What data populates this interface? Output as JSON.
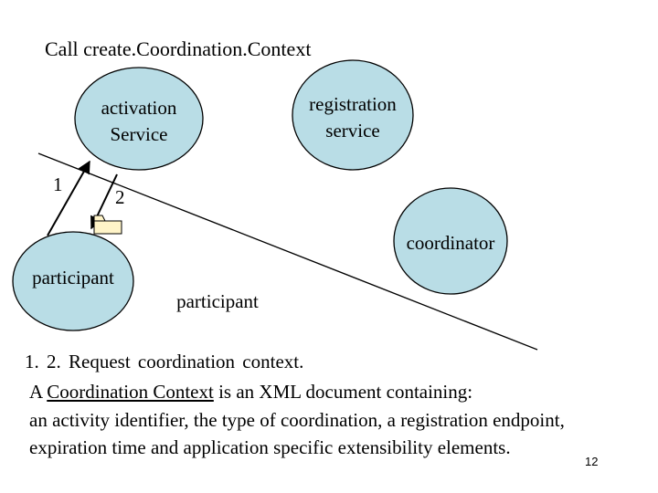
{
  "title": "Call create.Coordination.Context",
  "nodes": {
    "activation": {
      "label": "activation\nService"
    },
    "registration": {
      "label": "registration\nservice"
    },
    "coordinator": {
      "label": "coordinator"
    },
    "participant_left": {
      "label": "participant"
    },
    "participant_right": {
      "label": "participant"
    }
  },
  "arrows": {
    "one": "1",
    "two": "2"
  },
  "body": {
    "line1": "1. 2. Request coordination context.",
    "line2_pre": "A ",
    "line2_link": "Coordination Context",
    "line2_post": " is an XML document containing:",
    "line3": "an activity identifier, the type of coordination, a registration endpoint,",
    "line4": "expiration time and application specific extensibility elements."
  },
  "page_number": "12",
  "colors": {
    "node_fill": "#b9dde6",
    "folder_fill": "#fff4c8",
    "stroke": "#000000"
  }
}
